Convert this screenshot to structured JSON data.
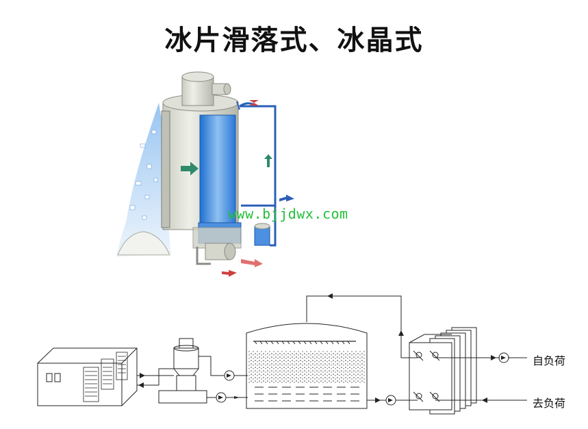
{
  "title": "冰片滑落式、冰晶式",
  "watermark": "www.bjjdwx.com",
  "labels": {
    "from_load": "自负荷",
    "to_load": "去负荷"
  },
  "colors": {
    "ice_blue": "#3a7fd8",
    "pipe_blue": "#2a5fb8",
    "arrow_green": "#2e8a6a",
    "arrow_red": "#d04040",
    "watermark_green": "#22c03a"
  }
}
